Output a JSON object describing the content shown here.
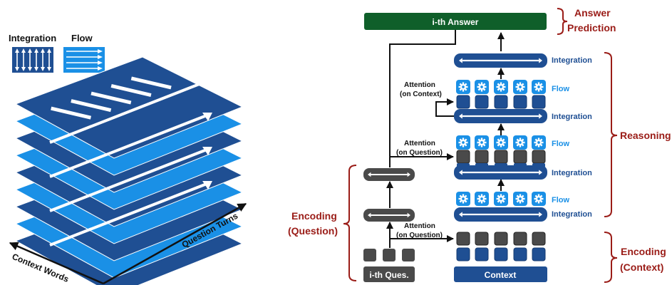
{
  "colors": {
    "navy": "#1f4f93",
    "sky": "#1a90e6",
    "gray": "#4a4a4a",
    "green": "#0f5f2a",
    "red": "#9a1c17",
    "black": "#111111"
  },
  "legend": {
    "integration_label": "Integration",
    "flow_label": "Flow"
  },
  "stack_axes": {
    "question_turns": "Question Turns",
    "context_words": "Context Words"
  },
  "answer_box": "i-th Answer",
  "question_box": "i-th Ques.",
  "context_box": "Context",
  "attention_context": [
    "Attention",
    "(on Context)"
  ],
  "attention_question_upper": [
    "Attention",
    "(on Question)"
  ],
  "attention_question_lower": [
    "Attention",
    "(on Question)"
  ],
  "layer_labels": {
    "integration_1": "Integration",
    "flow_1": "Flow",
    "integration_2": "Integration",
    "flow_2": "Flow",
    "integration_3": "Integration",
    "flow_3": "Flow",
    "integration_4": "Integration"
  },
  "brackets": {
    "answer_prediction": [
      "Answer",
      "Prediction"
    ],
    "reasoning": "Reasoning",
    "encoding_question": [
      "Encoding",
      "(Question)"
    ],
    "encoding_context": [
      "Encoding",
      "(Context)"
    ]
  },
  "icons": {
    "flow_cell": "gear-icon",
    "arrow": "double-arrow-icon"
  }
}
